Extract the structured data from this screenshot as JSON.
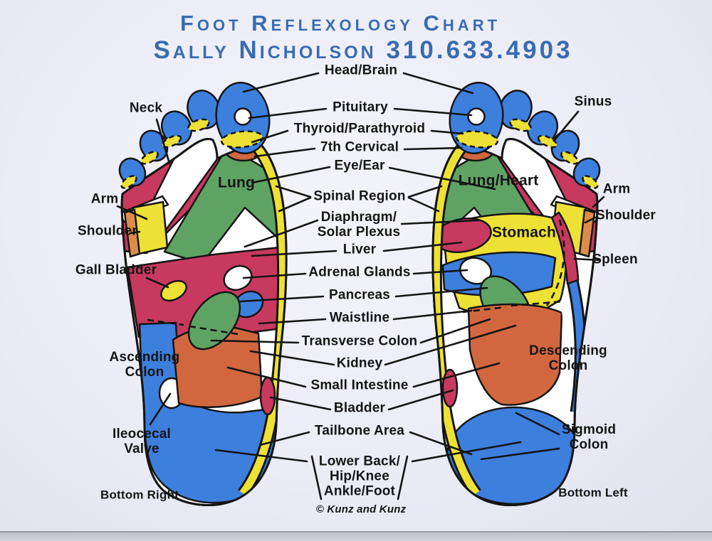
{
  "title": {
    "line1": "Foot Reflexology Chart",
    "line2": "Sally Nicholson 310.633.4903"
  },
  "center_labels": {
    "head_brain": "Head/Brain",
    "pituitary": "Pituitary",
    "thyroid": "Thyroid/Parathyroid",
    "seventh_cervical": "7th Cervical",
    "eye_ear": "Eye/Ear",
    "spinal_region": "Spinal Region",
    "diaphragm": "Diaphragm/\nSolar Plexus",
    "liver": "Liver",
    "adrenal_glands": "Adrenal Glands",
    "pancreas": "Pancreas",
    "waistline": "Waistline",
    "transverse_colon": "Transverse Colon",
    "kidney": "Kidney",
    "small_intestine": "Small Intestine",
    "bladder": "Bladder",
    "tailbone": "Tailbone Area",
    "lower_back": "Lower Back/\nHip/Knee\nAnkle/Foot"
  },
  "left_labels": {
    "neck": "Neck",
    "arm": "Arm",
    "shoulder": "Shoulder",
    "gall_bladder": "Gall Bladder",
    "ascending_colon": "Ascending\nColon",
    "ileocecal_valve": "Ileocecal\nValve"
  },
  "right_labels": {
    "sinus": "Sinus",
    "arm": "Arm",
    "shoulder": "Shoulder",
    "spleen": "Spleen",
    "sigmoid_colon": "Sigmoid\nColon"
  },
  "feet": {
    "left_caption": "Bottom Right",
    "right_caption": "Bottom Left",
    "left_lung": "Lung",
    "right_lung": "Lung/Heart",
    "stomach": "Stomach",
    "descending_colon": "Descending\nColon"
  },
  "credit": "© Kunz and Kunz",
  "colors": {
    "blue": "#3d7fdd",
    "crimson": "#c8395f",
    "green": "#5fa364",
    "yellow": "#eee135",
    "orange": "#d2673f",
    "edgeorange": "#df8c4a",
    "titleblue": "#3a6bb1",
    "label": "#151515",
    "paper": "#edeef8"
  }
}
